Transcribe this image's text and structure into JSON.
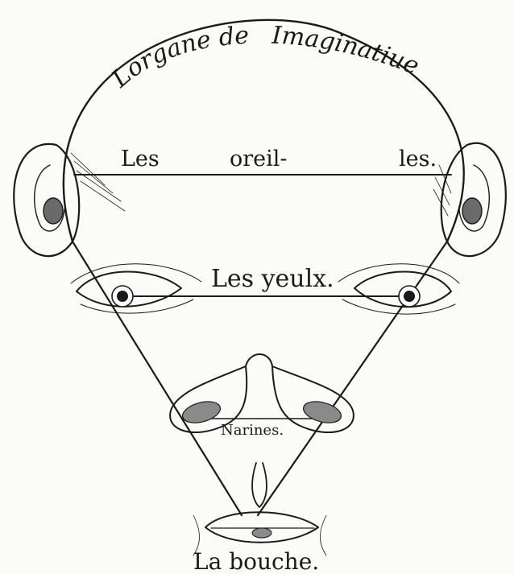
{
  "labels": {
    "imagination_a": "Lorgane de",
    "imagination_b": "Imaginatiue",
    "ears_left": "Les",
    "ears_mid": "oreil-",
    "ears_right": "les.",
    "eyes": "Les yeulx.",
    "nostrils": "Narines.",
    "mouth": "La bouche."
  }
}
